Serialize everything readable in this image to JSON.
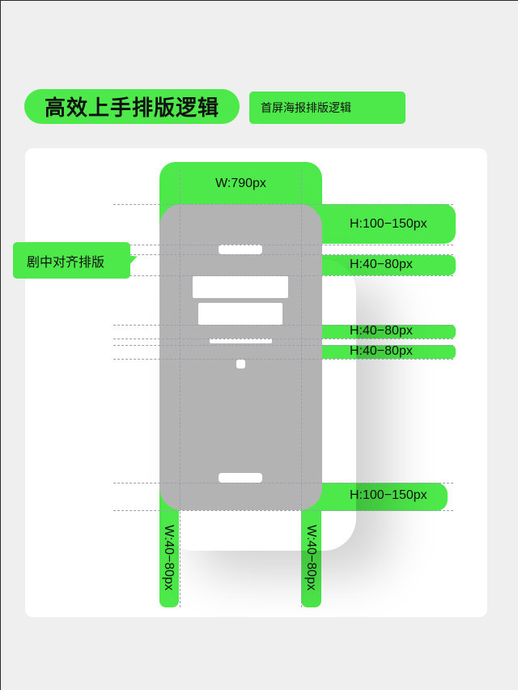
{
  "title": "高效上手排版逻辑",
  "subtitle": "首屏海报排版逻辑",
  "callout": "剧中对齐排版",
  "dimensions": {
    "top_width": "W:790px",
    "h1": "H:100−150px",
    "h2": "H:40−80px",
    "h3": "H:40−80px",
    "h4": "H:40−80px",
    "h5": "H:100−150px",
    "left_width": "W:40−80px",
    "right_width": "W:40−80px"
  },
  "colors": {
    "accent_green": "#4de84a",
    "phone_gray": "#b3b3b3",
    "card_white": "#ffffff",
    "background": "#efefef"
  }
}
